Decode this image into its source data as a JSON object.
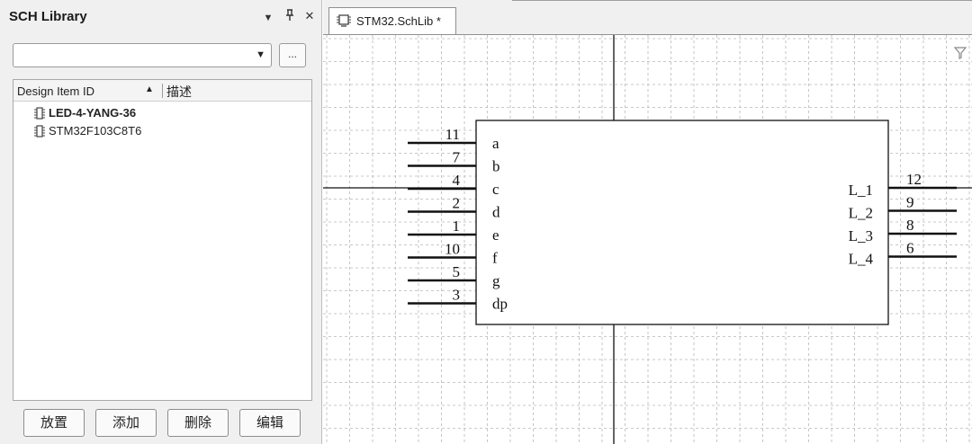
{
  "panel": {
    "title": "SCH Library",
    "dropdown_icon": "triangle-down-icon",
    "pin_icon": "pin-icon",
    "close_icon": "close-icon",
    "more_label": "...",
    "list": {
      "col_id": "Design Item ID",
      "col_desc": "描述",
      "items": [
        {
          "name": "LED-4-YANG-36"
        },
        {
          "name": "STM32F103C8T6"
        }
      ]
    },
    "buttons": {
      "place": "放置",
      "add": "添加",
      "delete": "删除",
      "edit": "编辑"
    }
  },
  "tab": {
    "label": "STM32.SchLib *"
  },
  "schematic": {
    "left_pins": [
      {
        "num": "11",
        "name": "a"
      },
      {
        "num": "7",
        "name": "b"
      },
      {
        "num": "4",
        "name": "c"
      },
      {
        "num": "2",
        "name": "d"
      },
      {
        "num": "1",
        "name": "e"
      },
      {
        "num": "10",
        "name": "f"
      },
      {
        "num": "5",
        "name": "g"
      },
      {
        "num": "3",
        "name": "dp"
      }
    ],
    "right_pins": [
      {
        "num": "12",
        "name": "L_1"
      },
      {
        "num": "9",
        "name": "L_2"
      },
      {
        "num": "8",
        "name": "L_3"
      },
      {
        "num": "6",
        "name": "L_4"
      }
    ]
  },
  "colors": {
    "grid": "#b8b8b8",
    "panel_bg": "#f0f0f0",
    "line": "#111111"
  }
}
